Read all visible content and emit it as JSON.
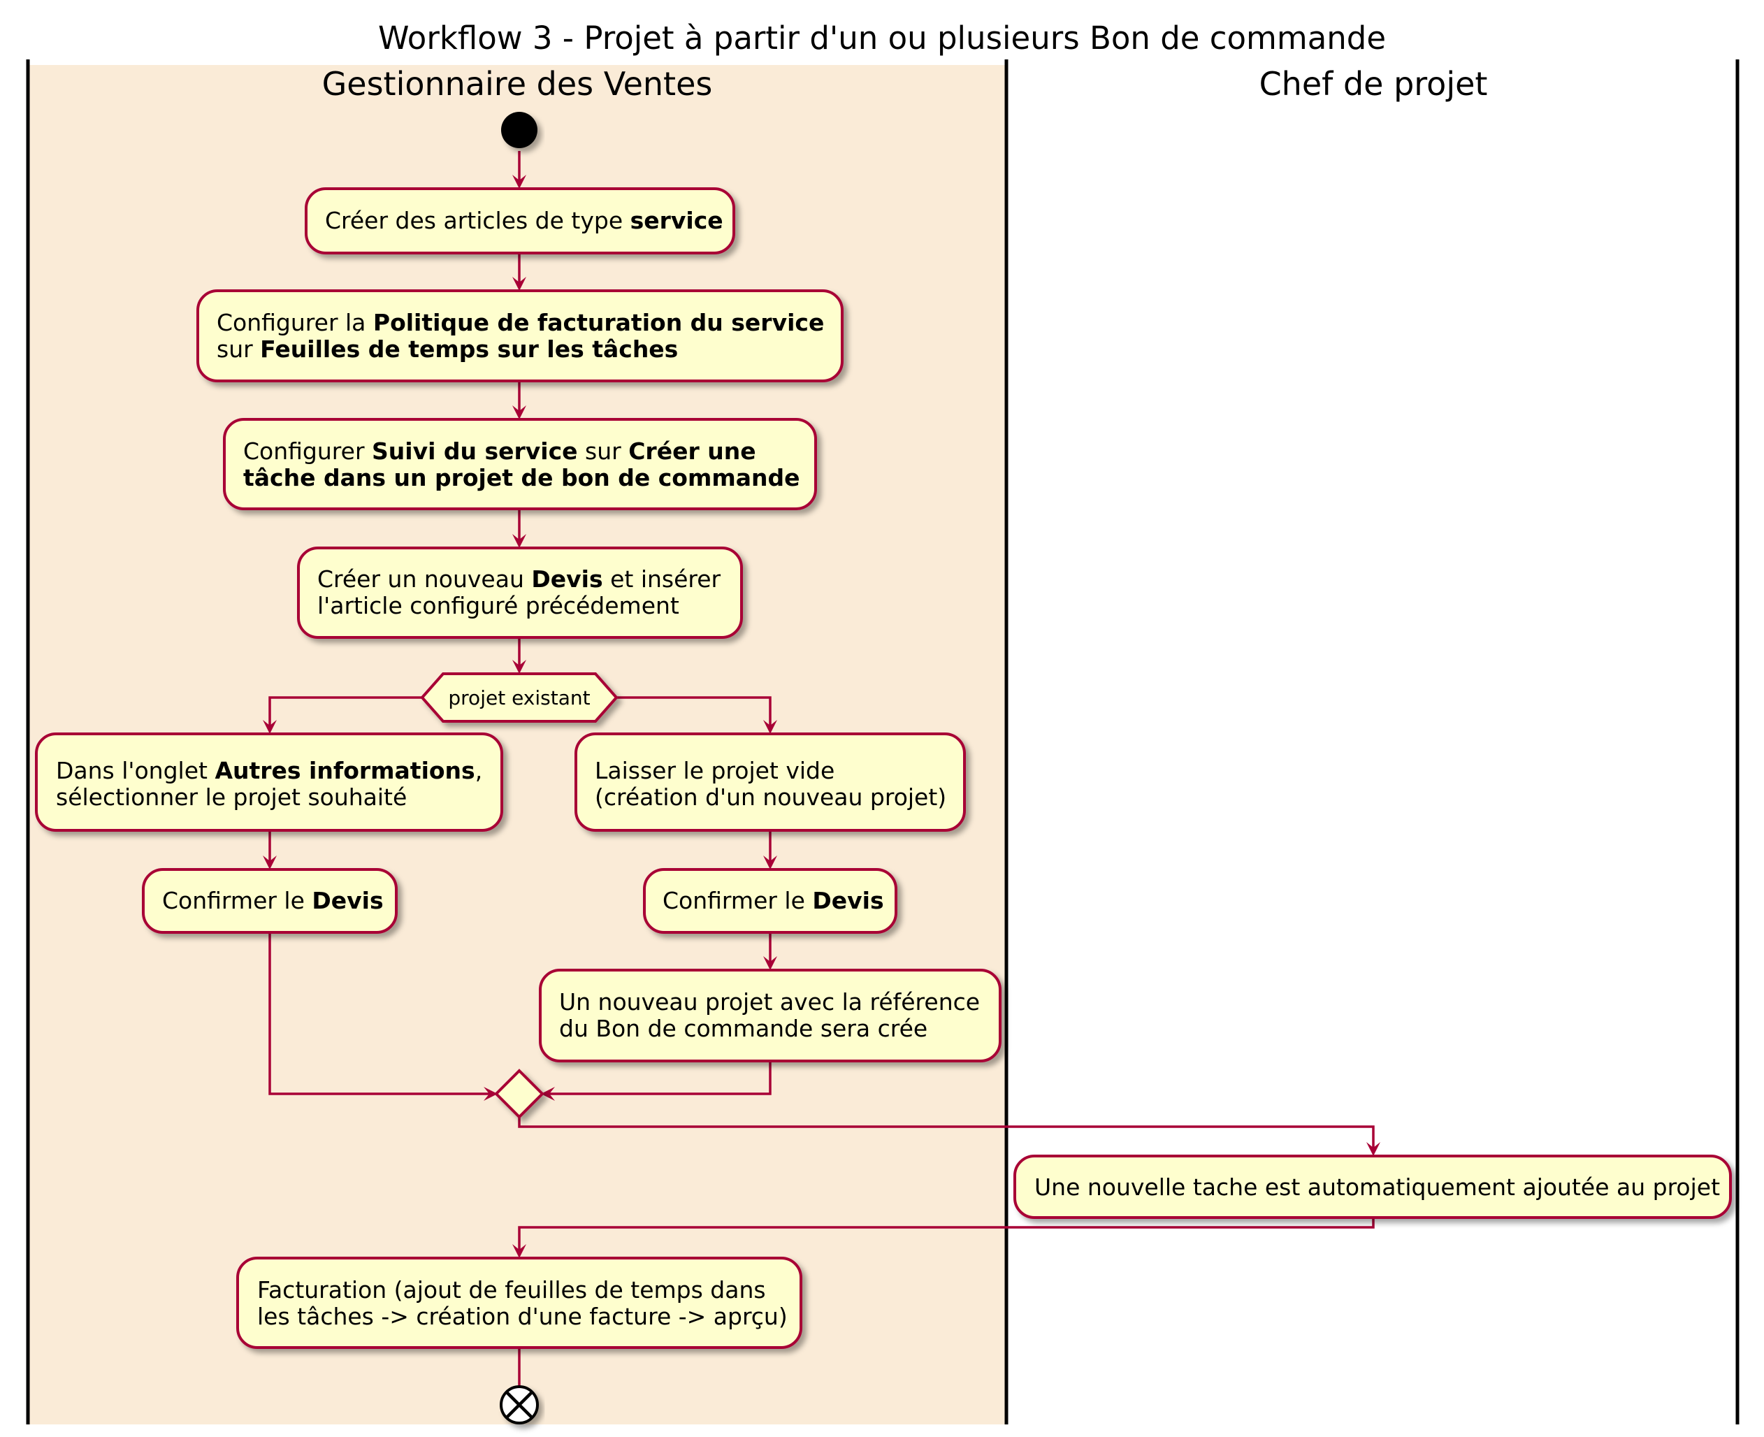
{
  "title": "Workflow 3 - Projet à partir d'un ou plusieurs Bon de commande",
  "colors": {
    "lane_left_bg": "#FAEBD7",
    "activity_fill": "#FEFECE",
    "activity_border": "#A80036",
    "start_node": "#000000"
  },
  "lanes": {
    "sales": "Gestionnaire des Ventes",
    "pm": "Chef de projet"
  },
  "activities": {
    "a1": {
      "l1a": "Créer des articles de type ",
      "l1b": "service"
    },
    "a2": {
      "l1a": "Configurer la ",
      "l1b": "Politique de facturation du service",
      "l2a": "sur ",
      "l2b": "Feuilles de temps sur les tâches"
    },
    "a3": {
      "l1a": "Configurer ",
      "l1b": "Suivi du service",
      "l1c": " sur ",
      "l1d": "Créer une",
      "l2b": "tâche dans un projet de bon de commande"
    },
    "a4": {
      "l1a": "Créer un nouveau ",
      "l1b": "Devis",
      "l1c": " et insérer",
      "l2a": " l'article configuré précédement"
    },
    "a5": {
      "l1a": "Dans l'onglet ",
      "l1b": "Autres informations",
      "l1c": ",",
      "l2a": "sélectionner le projet souhaité"
    },
    "a6": {
      "l1a": "Laisser le projet vide",
      "l2a": "(création d'un nouveau projet)"
    },
    "a7": {
      "l1a": "Confirmer le ",
      "l1b": "Devis"
    },
    "a8": {
      "l1a": "Confirmer le ",
      "l1b": "Devis"
    },
    "a9": {
      "l1a": "Un nouveau projet avec la référence",
      "l2a": "du Bon de commande sera crée"
    },
    "a10": {
      "l1a": "Une nouvelle tache est automatiquement ajoutée au projet"
    },
    "a11": {
      "l1a": "Facturation (ajout de feuilles de temps dans",
      "l2a": "les tâches -> création d'une facture -> aprçu)"
    }
  },
  "decision": {
    "label": "projet existant"
  }
}
